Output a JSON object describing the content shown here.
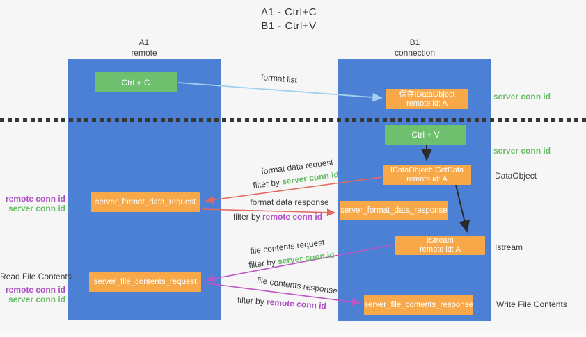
{
  "title": {
    "line1": "A1 - Ctrl+C",
    "line2": "B1 - Ctrl+V"
  },
  "columns": {
    "left": {
      "name": "A1",
      "subtitle": "remote"
    },
    "right": {
      "name": "B1",
      "subtitle": "connection"
    }
  },
  "nodes": {
    "ctrl_c": "Ctrl + C",
    "ctrl_v": "Ctrl + V",
    "save_dataobject": {
      "line1": "保存IDataObject",
      "line2": "remote id: A"
    },
    "getdata": {
      "line1": "IDataObject::GetData",
      "line2": "remote id: A"
    },
    "istream": {
      "line1": "IStream",
      "line2": "remote id: A"
    },
    "format_request": "server_format_data_request",
    "format_response": "server_format_data_response",
    "file_request": "server_file_contents_request",
    "file_response": "server_file_contents_response"
  },
  "arrow_labels": {
    "format_list": "format list",
    "format_data_request": "format data request",
    "format_data_response": "format data response",
    "file_contents_request": "file contents request",
    "file_contents_response": "file contents response",
    "filter_by": "filter by",
    "server_conn_id": "server conn id",
    "remote_conn_id": "remote conn id"
  },
  "side_labels": {
    "server_conn_id_top": "server conn id",
    "server_conn_id_mid": "server conn id",
    "dataobject": "DataObject",
    "istream": "Istream",
    "write_file_contents": "Write File Contents",
    "read_file_contents": "Read File Contents",
    "remote_conn_id": "remote conn id",
    "server_conn_id": "server conn id"
  },
  "colors": {
    "lifeline_blue": "#4c80d4",
    "node_green": "#6ebf6e",
    "node_orange": "#f7a848",
    "arrow_light_blue": "#a3d0ee",
    "arrow_red": "#e4685e",
    "arrow_magenta": "#bf55c3",
    "arrow_black": "#2b2b2b",
    "text_green": "#6abf69",
    "text_purple": "#ad4fc4",
    "text_dark": "#3b3b3b"
  }
}
